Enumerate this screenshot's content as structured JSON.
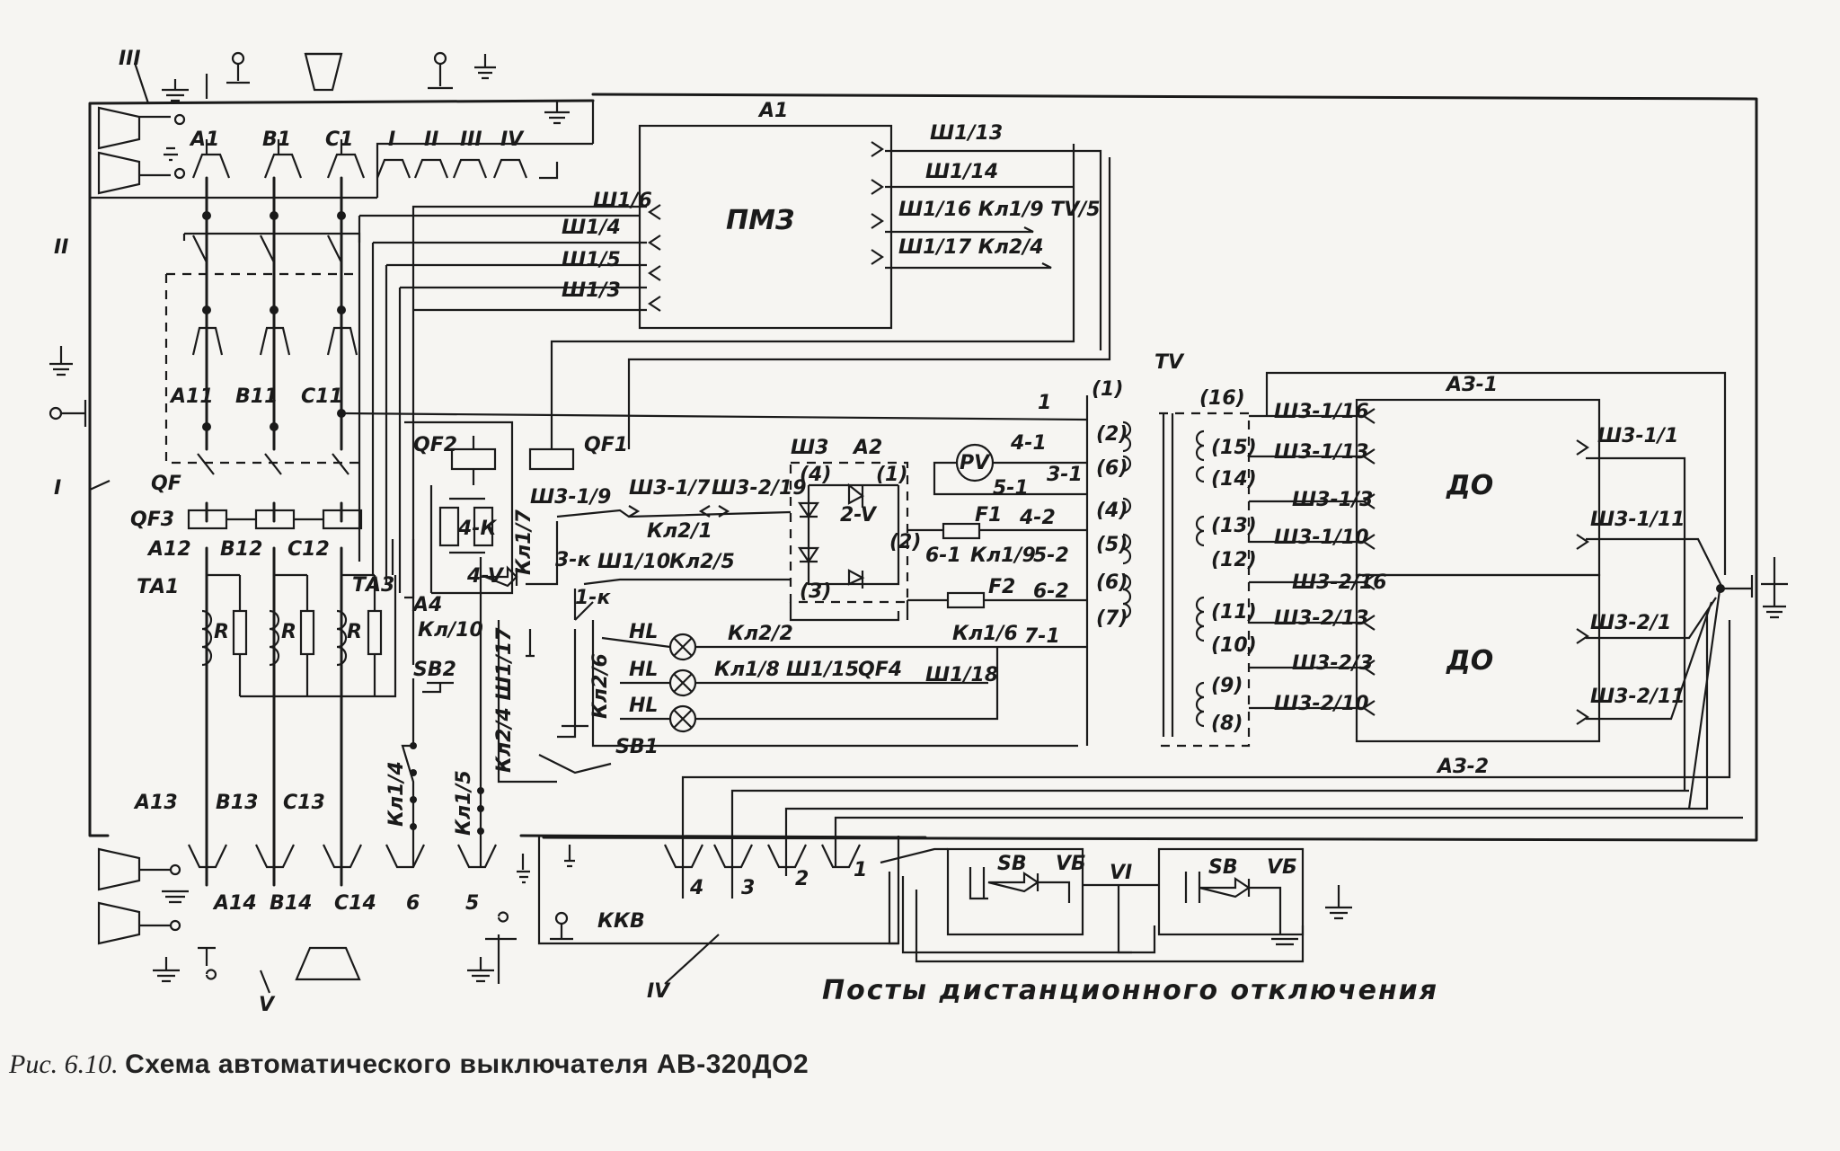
{
  "caption": {
    "figure_ref": "Рис. 6.10.",
    "title": "Схема автоматического выключателя АВ-320ДО2"
  },
  "annotation_bottom": "Посты дистанционного отключения",
  "blocks": {
    "a1": {
      "designation": "А1",
      "name": "ПМЗ"
    },
    "a2": {
      "designation": "А2"
    },
    "tv": {
      "designation": "TV"
    },
    "a3_1": {
      "designation": "АЗ-1",
      "name": "ДО"
    },
    "a3_2": {
      "designation": "АЗ-2",
      "name": "ДО"
    }
  },
  "roman_labels": [
    "I",
    "II",
    "III",
    "IV",
    "V"
  ],
  "phase_labels": {
    "top": [
      "А1",
      "В1",
      "С1"
    ],
    "top_aux": [
      "I",
      "II",
      "III",
      "IV"
    ],
    "row1": [
      "А11",
      "В11",
      "С11"
    ],
    "row2": [
      "А12",
      "В12",
      "С12"
    ],
    "row3": [
      "А13",
      "В13",
      "С13"
    ],
    "bottom": [
      "А14",
      "В14",
      "С14",
      "6",
      "5"
    ]
  },
  "devices": {
    "qf": "QF",
    "qf1": "QF1",
    "qf2": "QF2",
    "qf3": "QF3",
    "ta1": "ТА1",
    "ta3": "ТА3",
    "r": "R",
    "sb1": "SB1",
    "sb2": "SB2",
    "pv": "PV",
    "a4": "А4",
    "k4": "4-К",
    "v4": "4-V",
    "v2": "2-V",
    "k1": "1-к",
    "k3": "3-к",
    "f1": "F1",
    "f2": "F2",
    "hl": "HL",
    "kkv": "ККВ",
    "sb": "SB",
    "vb": "VБ",
    "vi": "VI"
  },
  "a1_pins_right": [
    "Ш1/13",
    "Ш1/14",
    "Ш1/16 Кл1/9 TV/5",
    "Ш1/17 Кл2/4"
  ],
  "a1_pins_left": [
    "Ш1/6",
    "Ш1/4",
    "Ш1/5",
    "Ш1/3"
  ],
  "a2_labels": [
    "Ш3-1/9",
    "Ш3-1/7",
    "Ш3-2/19",
    "Кл2/1",
    "Ш1/10",
    "Кл2/5",
    "Ш3"
  ],
  "a2_terminals": [
    "(4)",
    "(1)",
    "(2)",
    "(3)"
  ],
  "tv_terminals": [
    "(1)",
    "(2)",
    "(6)",
    "(4)",
    "(5)",
    "(6)",
    "(7)"
  ],
  "tv_wire_labels": [
    "1",
    "3-1",
    "4-1",
    "5-1",
    "4-2",
    "6-1",
    "Кл1/9",
    "5-2",
    "6-2",
    "7-1"
  ],
  "tv_secondary": [
    "(16)",
    "(15)",
    "(14)",
    "(13)",
    "(12)",
    "(11)",
    "(10)",
    "(9)",
    "(8)"
  ],
  "a3_left_pins": [
    "Ш3-1/16",
    "Ш3-1/13",
    "Ш3-1/3",
    "Ш3-1/10",
    "Ш3-2/16",
    "Ш3-2/13",
    "Ш3-2/3",
    "Ш3-2/10"
  ],
  "a3_right_pins": [
    "Ш3-1/1",
    "Ш3-1/11",
    "Ш3-2/1",
    "Ш3-2/11"
  ],
  "hl_labels": [
    "Кл2/2",
    "Кл1/8",
    "Ш1/15",
    "QF4",
    "Ш1/18",
    "Кл1/6",
    "Кл2/6"
  ],
  "left_wire_labels": [
    "Кл1/7",
    "Кл1/4",
    "Кл1/5",
    "Кл2/4 Ш1/17",
    "Кл/10"
  ],
  "bottom_terminals": [
    "4",
    "3",
    "2",
    "1"
  ]
}
